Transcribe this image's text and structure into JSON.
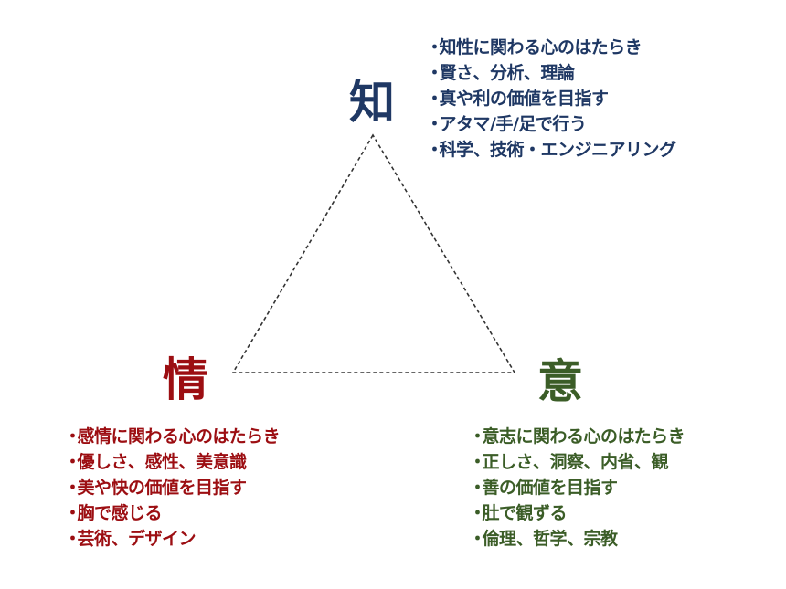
{
  "colors": {
    "chi": "#1f3864",
    "jo": "#9c0e12",
    "i": "#3b5d27",
    "line": "#333333"
  },
  "chi": {
    "title": "知",
    "items": [
      "知性に関わる心のはたらき",
      "賢さ、分析、理論",
      "真や利の価値を目指す",
      "アタマ/手/足で行う",
      "科学、技術・エンジニアリング"
    ]
  },
  "jo": {
    "title": "情",
    "items": [
      "感情に関わる心のはたらき",
      "優しさ、感性、美意識",
      "美や快の価値を目指す",
      "胸で感じる",
      "芸術、デザイン"
    ]
  },
  "i": {
    "title": "意",
    "items": [
      "意志に関わる心のはたらき",
      "正しさ、洞察、内省、観",
      "善の価値を目指す",
      "肚で観ずる",
      "倫理、哲学、宗教"
    ]
  }
}
